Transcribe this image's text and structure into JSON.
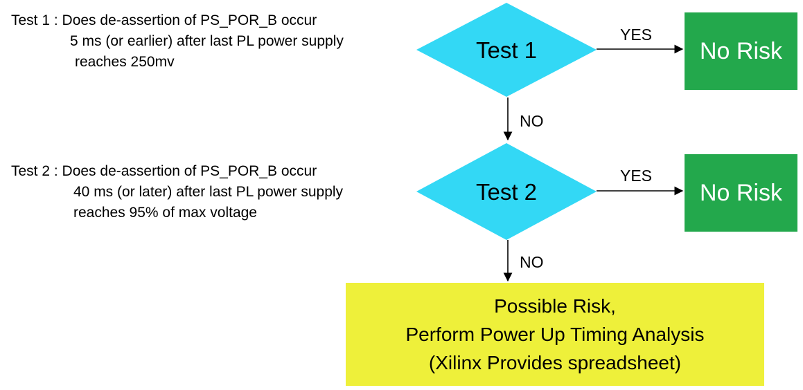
{
  "test1": {
    "description_lines": [
      "Test 1 : Does de-assertion of PS_POR_B occur",
      "5 ms (or earlier) after last PL  power supply",
      "reaches 250mv"
    ],
    "decision_label": "Test 1",
    "yes_label": "YES",
    "no_label": "NO",
    "outcome_label": "No Risk"
  },
  "test2": {
    "description_lines": [
      "Test 2 : Does de-assertion of PS_POR_B occur",
      "40 ms (or later) after  last PL power supply",
      "reaches 95% of max voltage"
    ],
    "decision_label": "Test 2",
    "yes_label": "YES",
    "no_label": "NO",
    "outcome_label": "No Risk"
  },
  "final": {
    "lines": [
      "Possible Risk,",
      "Perform Power Up Timing Analysis",
      "(Xilinx Provides spreadsheet)"
    ]
  },
  "colors": {
    "decision_fill": "#33d8f5",
    "no_risk_fill": "#23a84c",
    "possible_risk_fill": "#eef03a",
    "arrow": "#000000"
  }
}
